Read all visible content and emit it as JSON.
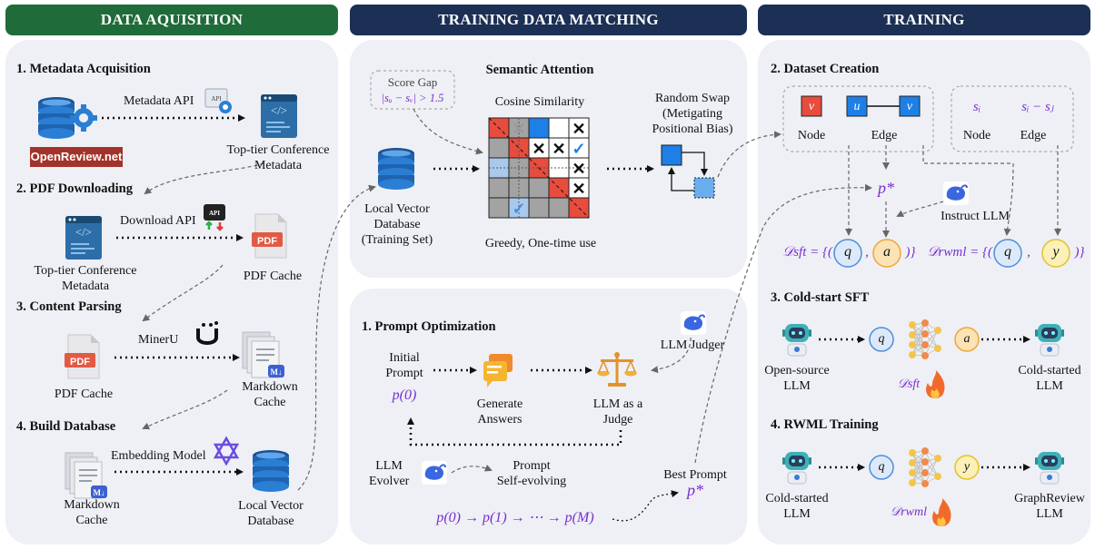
{
  "headers": {
    "acquisition": "DATA AQUISITION",
    "matching": "TRAINING DATA MATCHING",
    "training": "TRAINING"
  },
  "colors": {
    "acquisition_header": "#1f6b3a",
    "matching_header": "#1c2f54",
    "training_header": "#1c2f54",
    "panel_bg": "#eef0f5",
    "math_purple": "#7a2fd0",
    "cell_red": "#e84c3d",
    "cell_blue": "#1e80e6",
    "cell_light_blue": "#a9c9ec",
    "cell_gray": "#a3a3a3",
    "pdf_red": "#e35a43",
    "openreview_red": "#a2332a"
  },
  "acquisition": {
    "s1_title": "1. Metadata Acquisition",
    "s1_api": "Metadata API",
    "openreview": "OpenReview.net",
    "conf_meta_1": "Top-tier Conference",
    "conf_meta_2": "Metadata",
    "s2_title": "2. PDF Downloading",
    "s2_api": "Download API",
    "pdf_cache": "PDF Cache",
    "s3_title": "3. Content Parsing",
    "s3_tool": "MinerU",
    "markdown_1": "Markdown",
    "markdown_2": "Cache",
    "s4_title": "4. Build Database",
    "s4_tool": "Embedding Model",
    "local_db_1": "Local Vector",
    "local_db_2": "Database",
    "pdf_label": "PDF",
    "api_label": "API"
  },
  "matching": {
    "score_gap_title": "Score Gap",
    "score_gap_formula": "|sᵤ − sᵥ| > 1.5",
    "semantic_attention": "Semantic Attention",
    "cosine": "Cosine Similarity",
    "greedy": "Greedy, One-time use",
    "random_swap_1": "Random Swap",
    "random_swap_2": "(Metigating",
    "random_swap_3": "Positional Bias)",
    "db_1": "Local Vector",
    "db_2": "Database",
    "db_3": "(Training Set)",
    "po_title": "1. Prompt Optimization",
    "initial_1": "Initial",
    "initial_2": "Prompt",
    "p0": "p(0)",
    "generate_1": "Generate",
    "generate_2": "Answers",
    "judge_1": "LLM as a",
    "judge_2": "Judge",
    "llm_judger": "LLM Judger",
    "evolver_1": "LLM",
    "evolver_2": "Evolver",
    "self_1": "Prompt",
    "self_2": "Self-evolving",
    "best_prompt": "Best Prompt",
    "p_star": "p*",
    "evolve_chain": "p(0) → p(1) → ⋯ → p(M)"
  },
  "training": {
    "dataset_title": "2. Dataset Creation",
    "node_v": "v",
    "edge_u": "u",
    "edge_v": "v",
    "node": "Node",
    "edge": "Edge",
    "s_i": "sᵢ",
    "s_diff": "sᵢ − sⱼ",
    "p_star": "p*",
    "instruct": "Instruct LLM",
    "d_sft": "𝒟sft = {(",
    "d_rwml": "𝒟rwml = {(",
    "q": "q",
    "a": "a",
    "y": "y",
    "close": ")}",
    "comma": ",",
    "sft_title": "3. Cold-start SFT",
    "open_1": "Open-source",
    "open_2": "LLM",
    "cold_1": "Cold-started",
    "cold_2": "LLM",
    "d_sft_label": "𝒟sft",
    "rwml_title": "4. RWML Training",
    "graph_1": "GraphReview",
    "graph_2": "LLM",
    "d_rwml_label": "𝒟rwml"
  }
}
